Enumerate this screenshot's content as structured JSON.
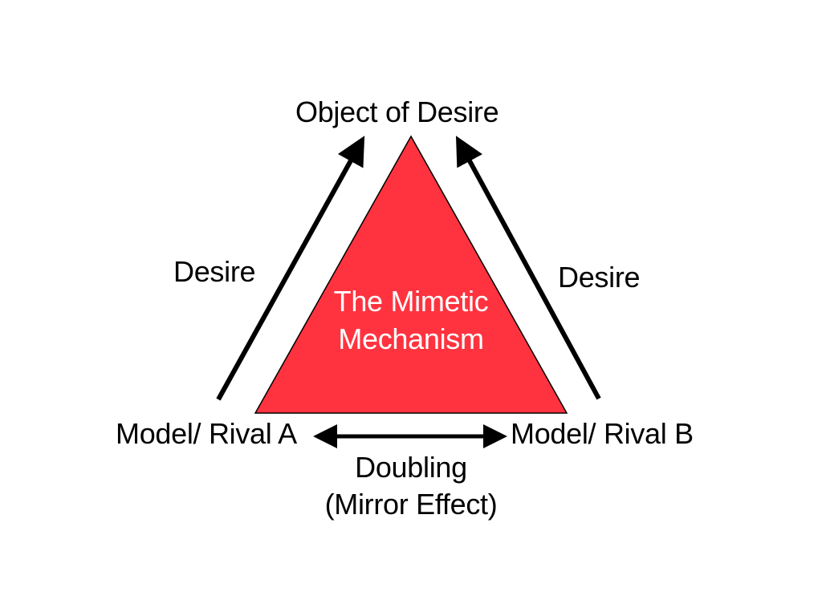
{
  "diagram": {
    "top_node": "Object of Desire",
    "left_node": "Model/ Rival A",
    "right_node": "Model/ Rival B",
    "left_edge_label": "Desire",
    "right_edge_label": "Desire",
    "center_label_line1": "The Mimetic",
    "center_label_line2": "Mechanism",
    "bottom_edge_label_line1": "Doubling",
    "bottom_edge_label_line2": "(Mirror Effect)"
  },
  "colors": {
    "triangle_fill": "#fe333f",
    "triangle_stroke": "#000000",
    "arrow": "#000000",
    "text": "#000000",
    "center_text": "#ffffff"
  }
}
